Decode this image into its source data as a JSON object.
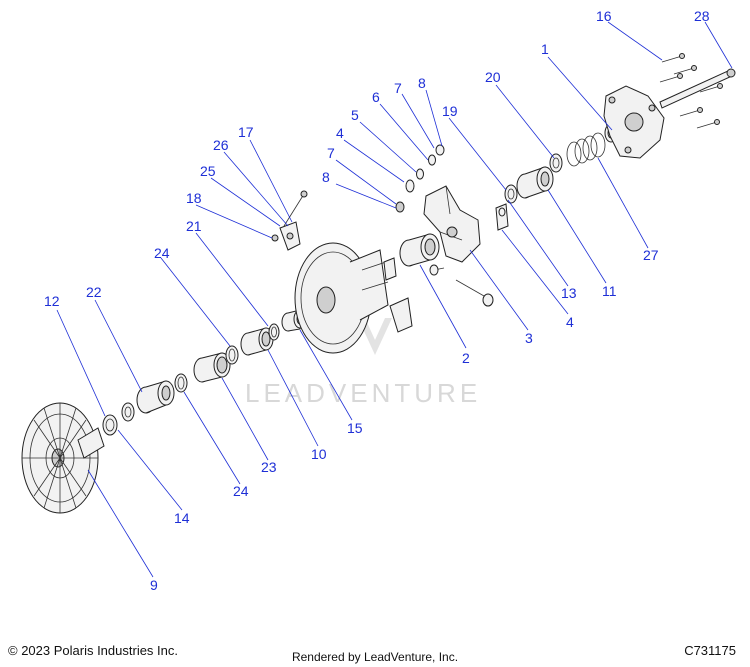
{
  "watermark": "LEADVENTURE",
  "footer": {
    "copyright": "© 2023 Polaris Industries Inc.",
    "drawing_number": "C731175",
    "rendered_by": "Rendered by LeadVenture, Inc."
  },
  "callouts": {
    "c1": "1",
    "c2": "2",
    "c3": "3",
    "c4a": "4",
    "c4b": "4",
    "c5": "5",
    "c6": "6",
    "c7a": "7",
    "c7b": "7",
    "c8a": "8",
    "c8b": "8",
    "c9": "9",
    "c10": "10",
    "c11": "11",
    "c12": "12",
    "c13": "13",
    "c14": "14",
    "c15": "15",
    "c16": "16",
    "c17": "17",
    "c18": "18",
    "c19": "19",
    "c20": "20",
    "c21": "21",
    "c22": "22",
    "c23": "23",
    "c24a": "24",
    "c24b": "24",
    "c25": "25",
    "c26": "26",
    "c27": "27",
    "c28": "28"
  },
  "colors": {
    "callout": "#1e2fd6",
    "linework": "#222222",
    "watermark": "#d8d8d8"
  }
}
